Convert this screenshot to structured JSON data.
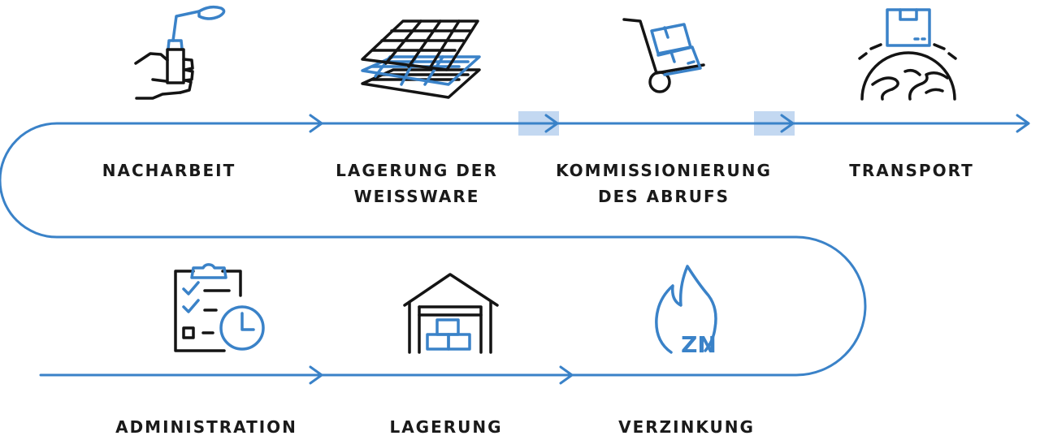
{
  "colors": {
    "accent": "#3a82c8",
    "accent_light": "#c3d8f1",
    "ink": "#141414"
  },
  "steps": [
    {
      "id": "nacharbeit",
      "icon": "welding-torch-hand-icon",
      "label_lines": [
        "NACHARBEIT"
      ]
    },
    {
      "id": "lagerung-weiss",
      "icon": "stacked-grates-icon",
      "label_lines": [
        "LAGERUNG DER",
        "WEISSWARE"
      ]
    },
    {
      "id": "kommissionierung",
      "icon": "hand-truck-boxes-icon",
      "label_lines": [
        "KOMMISSIONIERUNG",
        "DES ABRUFS"
      ]
    },
    {
      "id": "transport",
      "icon": "box-over-globe-icon",
      "label_lines": [
        "TRANSPORT"
      ]
    },
    {
      "id": "administration",
      "icon": "clipboard-checklist-clock-icon",
      "label_lines": [
        "ADMINISTRATION"
      ]
    },
    {
      "id": "lagerung",
      "icon": "warehouse-boxes-icon",
      "label_lines": [
        "LAGERUNG"
      ]
    },
    {
      "id": "verzinkung",
      "icon": "flame-zn-icon",
      "label_lines": [
        "VERZINKUNG"
      ],
      "icon_text": "ZN"
    }
  ]
}
